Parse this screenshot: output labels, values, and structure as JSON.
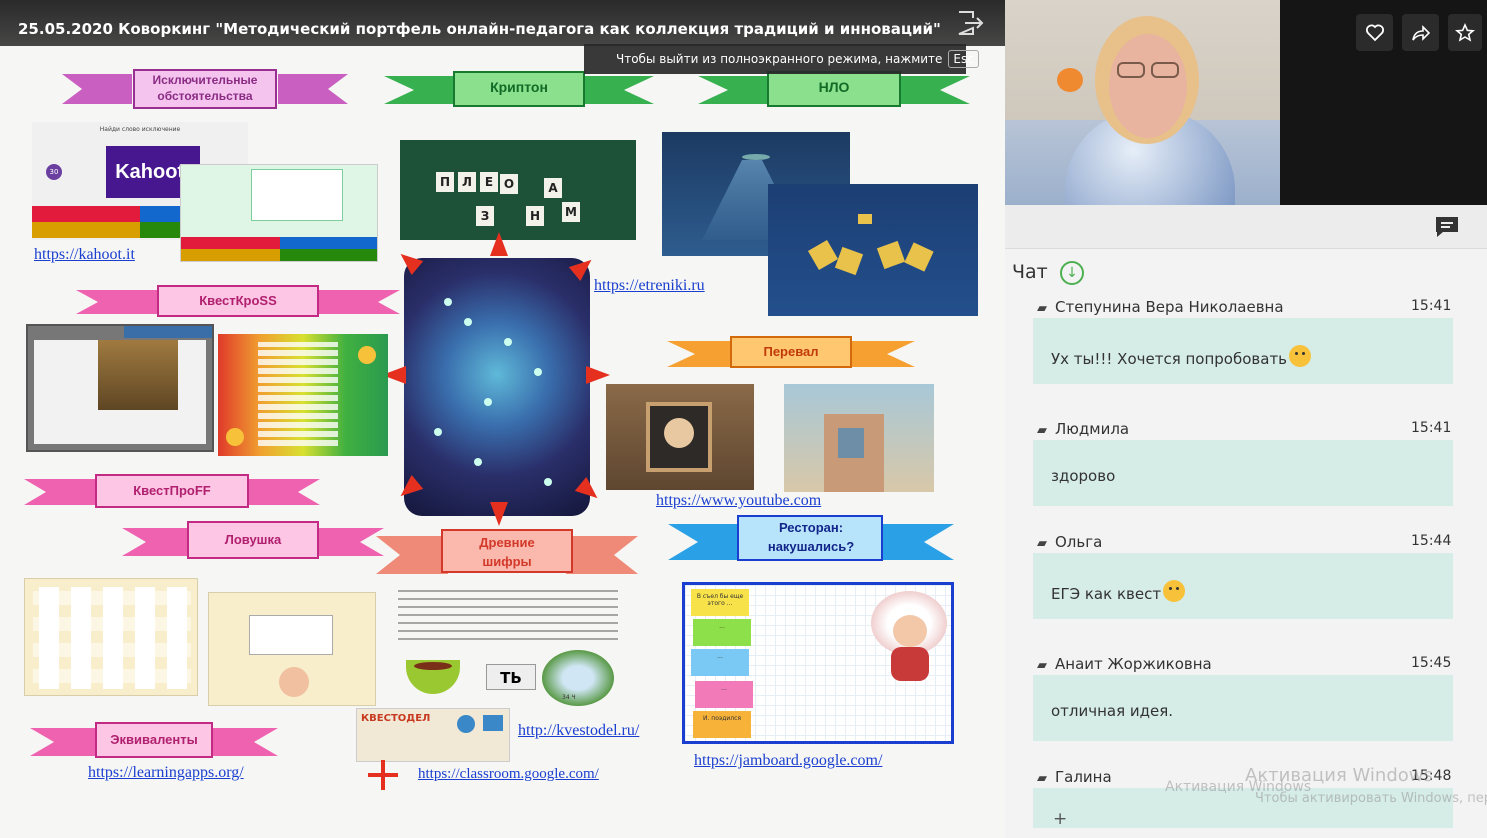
{
  "video": {
    "title": "25.05.2020 Коворкинг \"Методический портфель онлайн-педагога как коллекция традиций и инноваций\"",
    "fullscreen_hint": "Чтобы выйти из полноэкранного режима, нажмите",
    "fullscreen_key": "Esc"
  },
  "slide": {
    "ribbons": {
      "exceptional": "Исключительные обстоятельства",
      "krypton": "Криптон",
      "nlo": "НЛО",
      "kvestkross": "КвестКроSS",
      "pereval": "Перевал",
      "kvestproff": "КвестПроFF",
      "lovushka": "Ловушка",
      "drevnie": "Древние шифры",
      "restoran": "Ресторан: накушались?",
      "ekvivalenty": "Эквиваленты"
    },
    "links": {
      "kahoot": "https://kahoot.it",
      "etreniki": "https://etreniki.ru",
      "youtube": "https://www.youtube.com",
      "kvestodel": "http://kvestodel.ru/",
      "jamboard": "https://jamboard.google.com/",
      "learningapps": "https://learningapps.org/",
      "classroom": "https://classroom.google.com/"
    },
    "thumb_text": {
      "kahoot_caption": "Найди слово исключение",
      "kahoot_logo": "Kahoot!",
      "kahoot_pin": "30",
      "krypton_letters": [
        "П",
        "Л",
        "Е",
        "О",
        "А",
        "З",
        "Н",
        "М"
      ],
      "sign": "ТЬ",
      "sign_price": "34 Ч",
      "kvestodel": "КВЕСТОДЕЛ",
      "jamboard_notes": [
        "В съел бы еще этого ...",
        "...",
        "...",
        "...",
        "И. поэдился"
      ]
    }
  },
  "video_controls": {
    "like": "heart-icon",
    "share": "share-icon",
    "favorite": "star-icon"
  },
  "chat": {
    "title": "Чат",
    "messages": [
      {
        "author": "Степунина Вера Николаевна",
        "time": "15:41",
        "text": "Ух ты!!! Хочется попробовать",
        "emoji": true
      },
      {
        "author": "Людмила",
        "time": "15:41",
        "text": "здорово",
        "emoji": false
      },
      {
        "author": "Ольга",
        "time": "15:44",
        "text": "ЕГЭ как квест",
        "emoji": true
      },
      {
        "author": "Анаит Жоржиковна",
        "time": "15:45",
        "text": "отличная идея.",
        "emoji": false
      },
      {
        "author": "Галина",
        "time": "15:48",
        "text": "",
        "emoji": false
      }
    ],
    "watermark_title": "Активация Windows",
    "watermark_sub": "Чтобы активировать Windows, пер",
    "input_plus": "+"
  },
  "colors": {
    "ribbon_purple": "#b23aa8",
    "ribbon_green": "#2fa84a",
    "ribbon_pink": "#e8409a",
    "ribbon_orange": "#f07a1a",
    "ribbon_blue": "#2a8ad8",
    "ribbon_red": "#e8503a",
    "link_blue": "#1a3fd0",
    "arrow_red": "#e53020",
    "bubble": "#d6ece7"
  }
}
